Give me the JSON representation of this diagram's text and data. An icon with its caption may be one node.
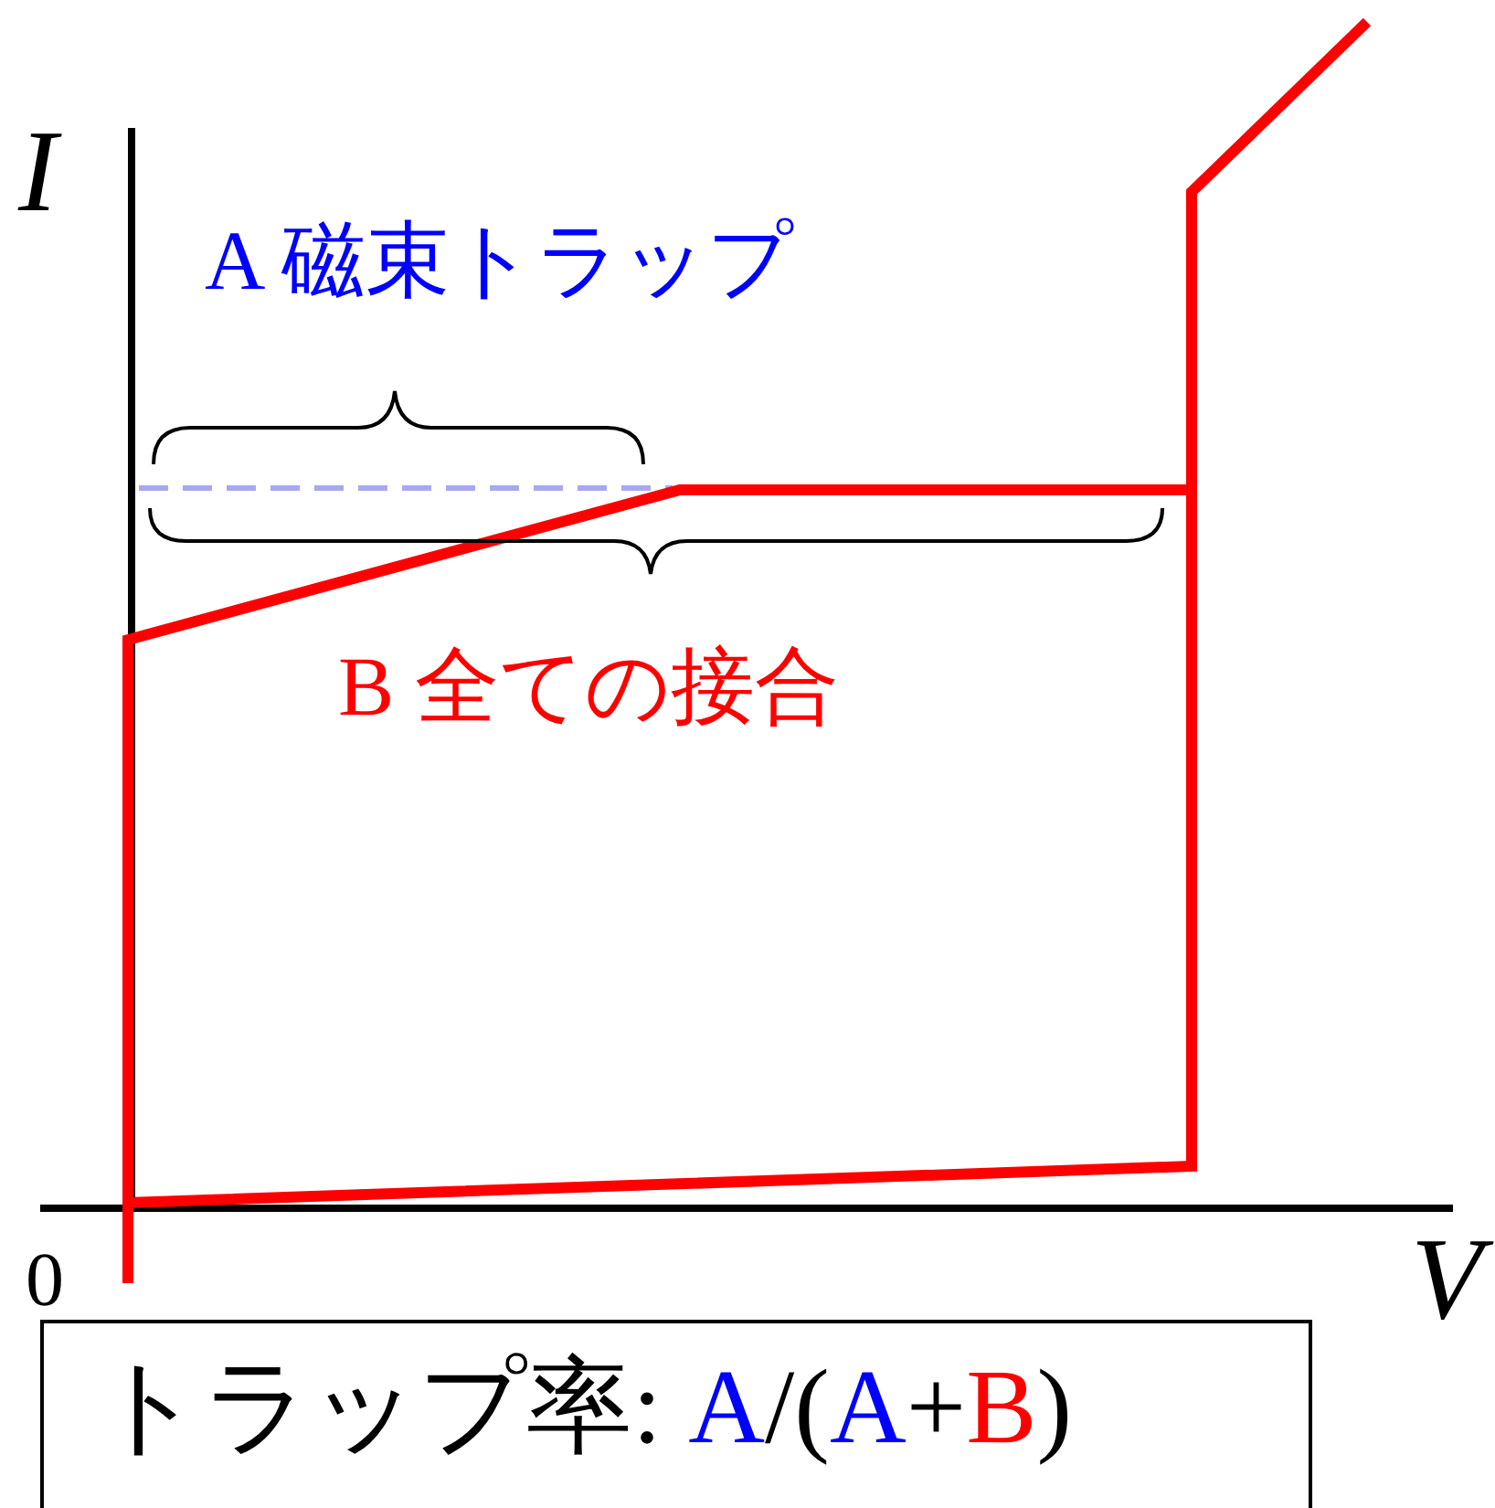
{
  "diagram": {
    "nodes": [
      {
        "text": [
          "トラップ率: A/(A+B)"
        ]
      }
    ],
    "labels": [
      "I",
      "A 磁束トラップ",
      "B 全ての接合",
      "0",
      "V"
    ]
  }
}
